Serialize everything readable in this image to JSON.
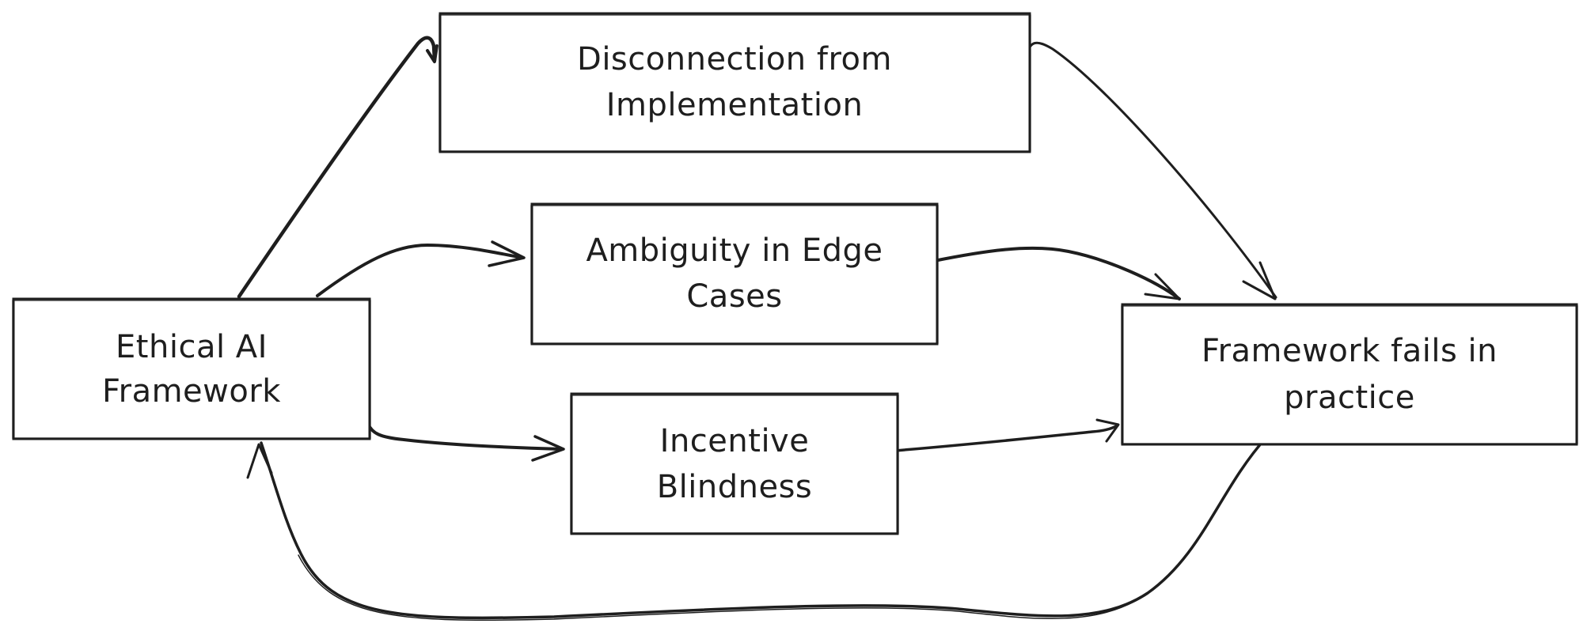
{
  "diagram": {
    "type": "flowchart",
    "colors": {
      "stroke": "#1e1e1e",
      "background": "#ffffff",
      "text": "#1e1e1e"
    },
    "nodes": [
      {
        "id": "ethical",
        "lines": [
          "Ethical AI",
          "Framework"
        ]
      },
      {
        "id": "disconnection",
        "lines": [
          "Disconnection from",
          "Implementation"
        ]
      },
      {
        "id": "ambiguity",
        "lines": [
          "Ambiguity in Edge",
          "Cases"
        ]
      },
      {
        "id": "incentive",
        "lines": [
          "Incentive",
          "Blindness"
        ]
      },
      {
        "id": "fails",
        "lines": [
          "Framework fails in",
          "practice"
        ]
      }
    ],
    "edges": [
      {
        "from": "ethical",
        "to": "disconnection"
      },
      {
        "from": "ethical",
        "to": "ambiguity"
      },
      {
        "from": "ethical",
        "to": "incentive"
      },
      {
        "from": "disconnection",
        "to": "fails"
      },
      {
        "from": "ambiguity",
        "to": "fails"
      },
      {
        "from": "incentive",
        "to": "fails"
      },
      {
        "from": "fails",
        "to": "ethical"
      }
    ]
  }
}
